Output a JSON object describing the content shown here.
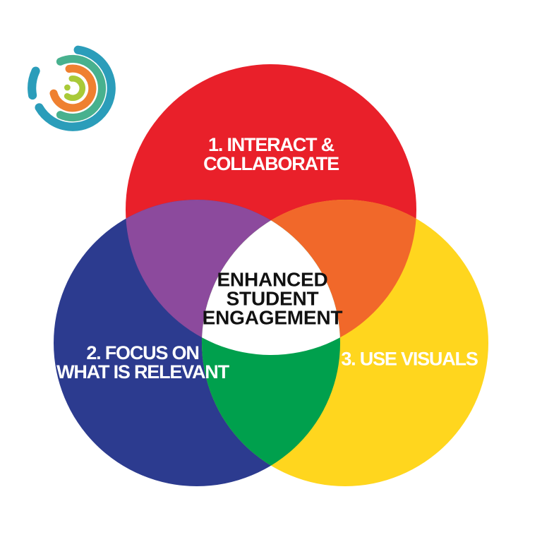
{
  "title": "Enhanced Student Engagement venn diagram",
  "logo": {
    "name": "spiral-arcs-logo",
    "colors": {
      "outer": "#2B9DBA",
      "ring2": "#48B18E",
      "ring3": "#EF8030",
      "inner": "#A9CA38"
    }
  },
  "venn": {
    "circle1": {
      "line1": "1. INTERACT &",
      "line2": "COLLABORATE",
      "color": "#E9202A"
    },
    "circle2": {
      "line1": "2. FOCUS ON",
      "line2": "WHAT IS RELEVANT",
      "color": "#2C3B8F"
    },
    "circle3": {
      "line1": "3. USE VISUALS",
      "color": "#FFD61E"
    },
    "overlap_colors": {
      "red_blue": "#8C4A9D",
      "red_yellow": "#F1682A",
      "blue_yellow": "#00A04D",
      "triple_center": "#FFFFFF"
    },
    "center_label": {
      "line1": "ENHANCED",
      "line2": "STUDENT",
      "line3": "ENGAGEMENT",
      "text_color": "#111111"
    },
    "label_text_color": "#FFFFFF",
    "background": "#FFFFFF"
  }
}
